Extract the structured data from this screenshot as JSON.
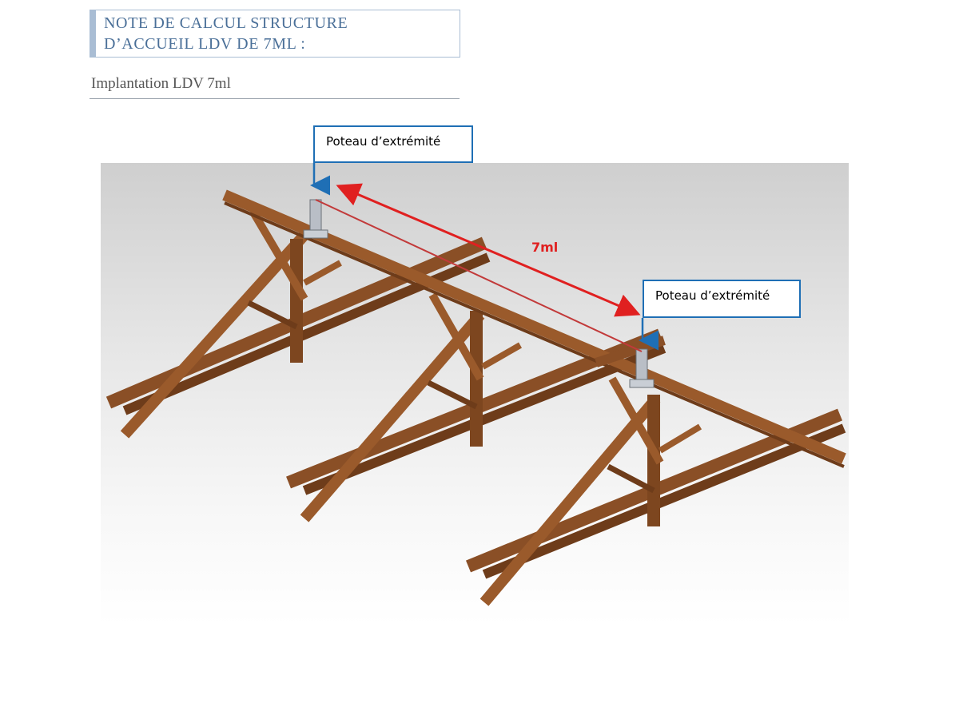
{
  "header": {
    "title_line1": "NOTE DE CALCUL STRUCTURE",
    "title_line2": "D’ACCUEIL LDV DE 7ML :",
    "subtitle": "Implantation LDV 7ml"
  },
  "figure": {
    "callout_top": "Poteau d’extrémité",
    "callout_right": "Poteau d’extrémité",
    "dimension_label": "7ml"
  },
  "colors": {
    "title_text": "#4a6f98",
    "title_border": "#a9bdd4",
    "callout_border": "#1f6fb5",
    "dimension_red": "#e02020",
    "timber": "#9a5a2b"
  }
}
